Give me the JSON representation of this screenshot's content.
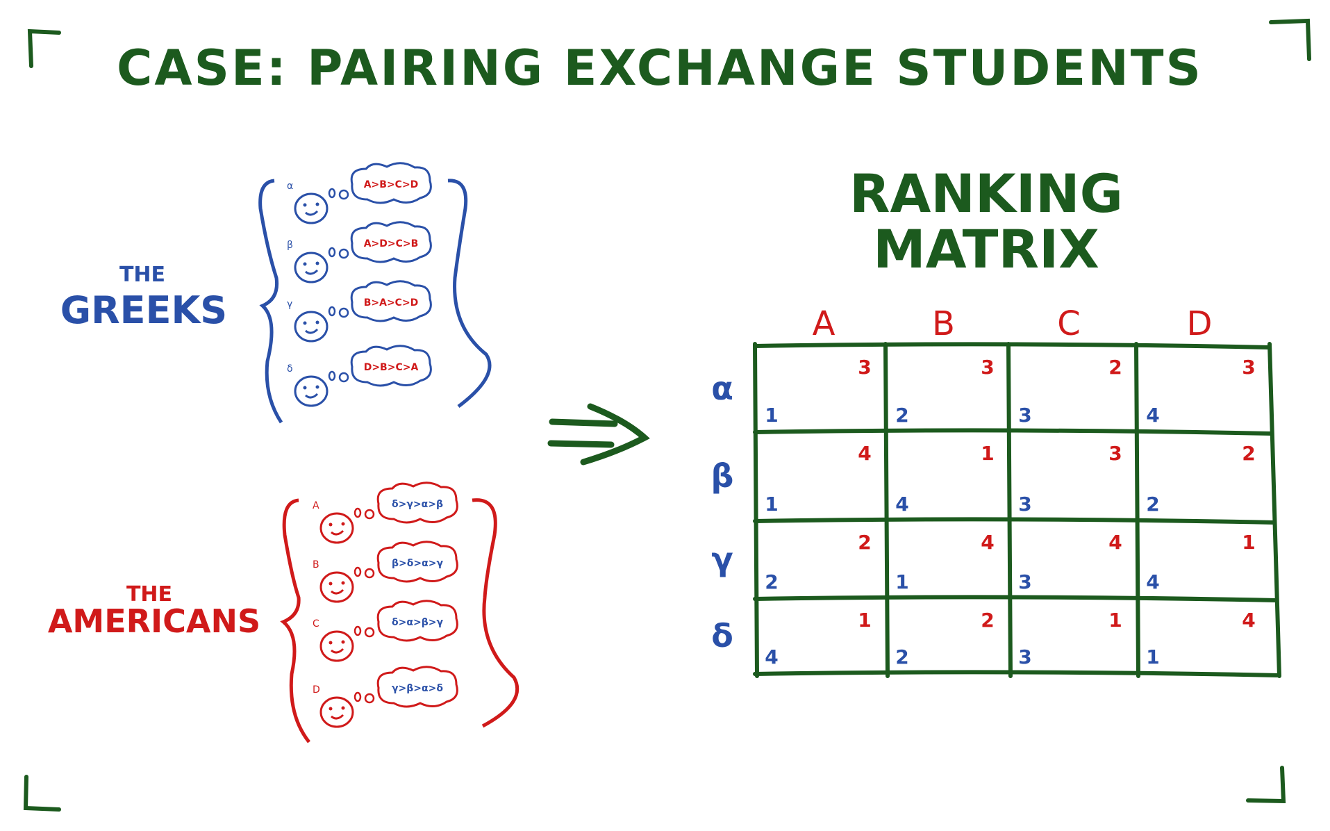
{
  "title": "CASE: PAIRING EXCHANGE STUDENTS",
  "colors": {
    "green": "#1c5a1e",
    "blue": "#2a50a8",
    "red": "#d01a1a"
  },
  "greeks": {
    "label_the": "THE",
    "label_name": "GREEKS",
    "members": [
      {
        "symbol": "α",
        "preference": "A>B>C>D"
      },
      {
        "symbol": "β",
        "preference": "A>D>C>B"
      },
      {
        "symbol": "γ",
        "preference": "B>A>C>D"
      },
      {
        "symbol": "δ",
        "preference": "D>B>C>A"
      }
    ]
  },
  "americans": {
    "label_the": "THE",
    "label_name": "AMERICANS",
    "members": [
      {
        "symbol": "A",
        "preference": "δ>γ>α>β"
      },
      {
        "symbol": "B",
        "preference": "β>δ>α>γ"
      },
      {
        "symbol": "C",
        "preference": "δ>α>β>γ"
      },
      {
        "symbol": "D",
        "preference": "γ>β>α>δ"
      }
    ]
  },
  "matrix": {
    "title_line1": "RANKING",
    "title_line2": "MATRIX",
    "columns": [
      "A",
      "B",
      "C",
      "D"
    ],
    "rows": [
      "α",
      "β",
      "γ",
      "δ"
    ],
    "american_rank": [
      [
        3,
        3,
        2,
        3
      ],
      [
        4,
        1,
        3,
        2
      ],
      [
        2,
        4,
        4,
        1
      ],
      [
        1,
        2,
        1,
        4
      ]
    ],
    "greek_rank": [
      [
        1,
        2,
        3,
        4
      ],
      [
        1,
        4,
        3,
        2
      ],
      [
        2,
        1,
        3,
        4
      ],
      [
        4,
        2,
        3,
        1
      ]
    ]
  }
}
